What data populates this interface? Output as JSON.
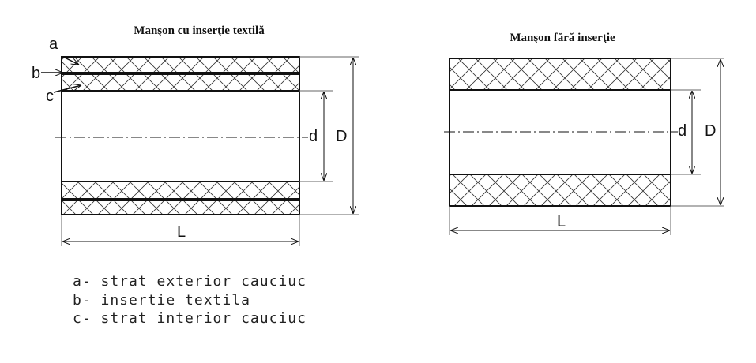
{
  "left": {
    "title": "Manşon cu inserţie textilă",
    "callouts": {
      "a": "a",
      "b": "b",
      "c": "c"
    },
    "dims": {
      "d": "d",
      "D": "D",
      "L": "L"
    }
  },
  "right": {
    "title": "Manşon fără inserţie",
    "dims": {
      "d": "d",
      "D": "D",
      "L": "L"
    }
  },
  "legend": [
    "a- strat exterior cauciuc",
    "b- insertie textila",
    "c- strat interior cauciuc"
  ]
}
